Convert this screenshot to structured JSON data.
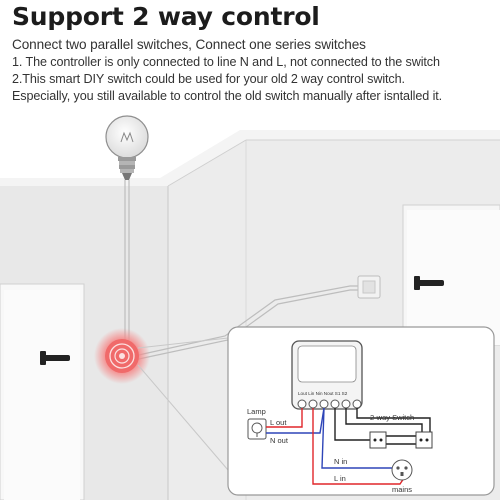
{
  "header": {
    "title": "Support 2 way control",
    "subtitle": "Connect two parallel switches, Connect one series switches",
    "note_1": "1. The controller is only connected to line N and L, not connected to the switch",
    "note_2": "2.This smart DIY switch could be used for your old 2 way control switch.",
    "note_3": "Especially, you still available to control the old switch manually after isntalled it."
  },
  "wiring": {
    "terminal_labels": "Lout Lin  Nin Nout S1   S2",
    "lamp_label": "Lamp",
    "l_out": "L out",
    "n_out": "N out",
    "n_in": "N in",
    "l_in": "L in",
    "switch_label": "2-way Switch",
    "mains_label": "mains"
  },
  "colors": {
    "wall": "#e9e9e9",
    "wall_dark": "#dcdcdc",
    "door": "#f7f7f7",
    "glow": "#f26d6d",
    "wire_red": "#e0262a",
    "wire_blue": "#2e45b8",
    "wire_black": "#222222"
  }
}
